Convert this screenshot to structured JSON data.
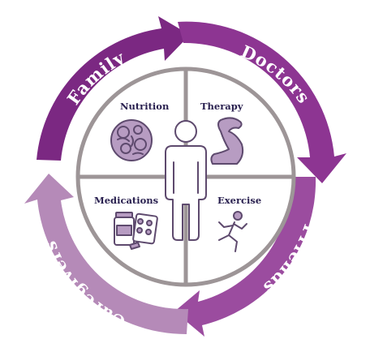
{
  "ring": {
    "segments": [
      {
        "id": "family",
        "label": "Family",
        "color": "#7b2882"
      },
      {
        "id": "doctors",
        "label": "Doctors",
        "color": "#8d3592"
      },
      {
        "id": "friends",
        "label": "Friends",
        "color": "#9b4c9f"
      },
      {
        "id": "caregivers",
        "label": "Caregivers",
        "color": "#b58ab8"
      }
    ]
  },
  "quadrants": {
    "nutrition": {
      "label": "Nutrition",
      "icon": "nutrition-icon"
    },
    "therapy": {
      "label": "Therapy",
      "icon": "flexed-arm-icon"
    },
    "medications": {
      "label": "Medications",
      "icon": "pill-bottle-icon"
    },
    "exercise": {
      "label": "Exercise",
      "icon": "running-person-icon"
    }
  },
  "center": {
    "icon": "person-icon"
  },
  "colors": {
    "divider": "#9d9597",
    "icon_outline": "#5e4a6e",
    "icon_fill": "#b79cc2",
    "text": "#2a2150"
  }
}
